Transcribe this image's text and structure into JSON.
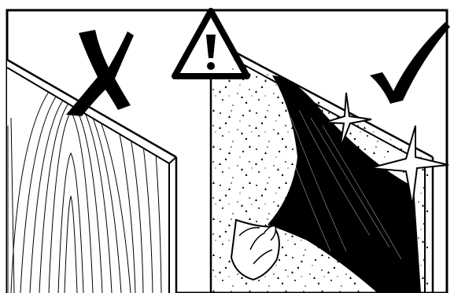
{
  "panels": [
    {
      "id": "wrong",
      "mark": "cross-mark-icon",
      "surface": "wood-grain"
    },
    {
      "id": "right",
      "mark": "check-mark-icon",
      "surface": "speckled-concrete"
    }
  ],
  "warning": {
    "icon": "warning-triangle-icon"
  },
  "colors": {
    "ink": "#000000",
    "paper": "#ffffff"
  }
}
